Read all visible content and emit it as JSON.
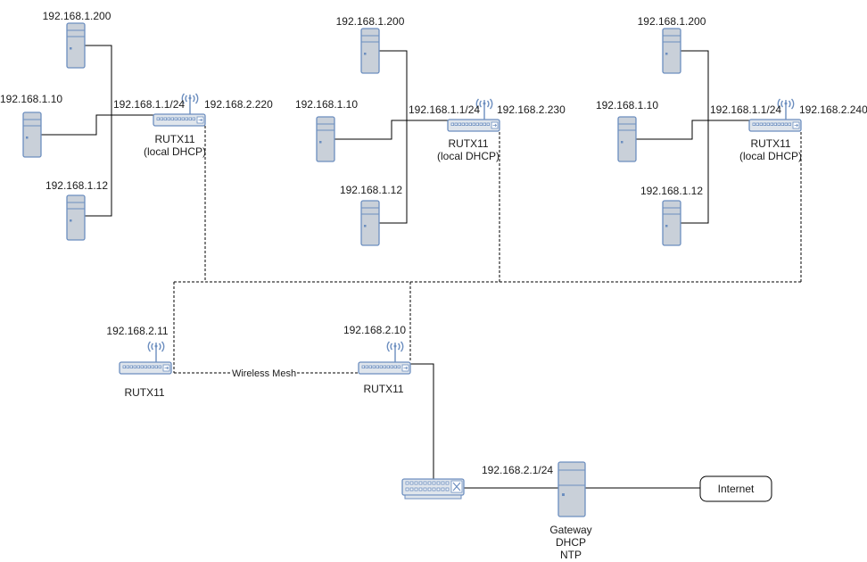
{
  "diagram": {
    "sites": [
      {
        "pc_top": "192.168.1.200",
        "pc_mid": "192.168.1.10",
        "pc_bot": "192.168.1.12",
        "lan_ip": "192.168.1.1/24",
        "wan_ip": "192.168.2.220",
        "router_name": "RUTX11",
        "router_note": "(local DHCP)"
      },
      {
        "pc_top": "192.168.1.200",
        "pc_mid": "192.168.1.10",
        "pc_bot": "192.168.1.12",
        "lan_ip": "192.168.1.1/24",
        "wan_ip": "192.168.2.230",
        "router_name": "RUTX11",
        "router_note": "(local DHCP)"
      },
      {
        "pc_top": "192.168.1.200",
        "pc_mid": "192.168.1.10",
        "pc_bot": "192.168.1.12",
        "lan_ip": "192.168.1.1/24",
        "wan_ip": "192.168.2.240",
        "router_name": "RUTX11",
        "router_note": "(local DHCP)"
      }
    ],
    "mesh_left": {
      "ip": "192.168.2.11",
      "name": "RUTX11"
    },
    "mesh_right": {
      "ip": "192.168.2.10",
      "name": "RUTX11"
    },
    "mesh_link_label": "Wireless Mesh",
    "gateway": {
      "ip": "192.168.2.1/24",
      "lines": [
        "Gateway",
        "DHCP",
        "NTP"
      ]
    },
    "internet_label": "Internet"
  },
  "colors": {
    "device_stroke": "#6c8ebf",
    "device_fill": "#dfe5ec",
    "line": "#000000"
  },
  "icons": {
    "pc": "pc-tower-icon",
    "router": "wireless-router-icon",
    "switch": "network-switch-icon",
    "server": "server-icon"
  }
}
